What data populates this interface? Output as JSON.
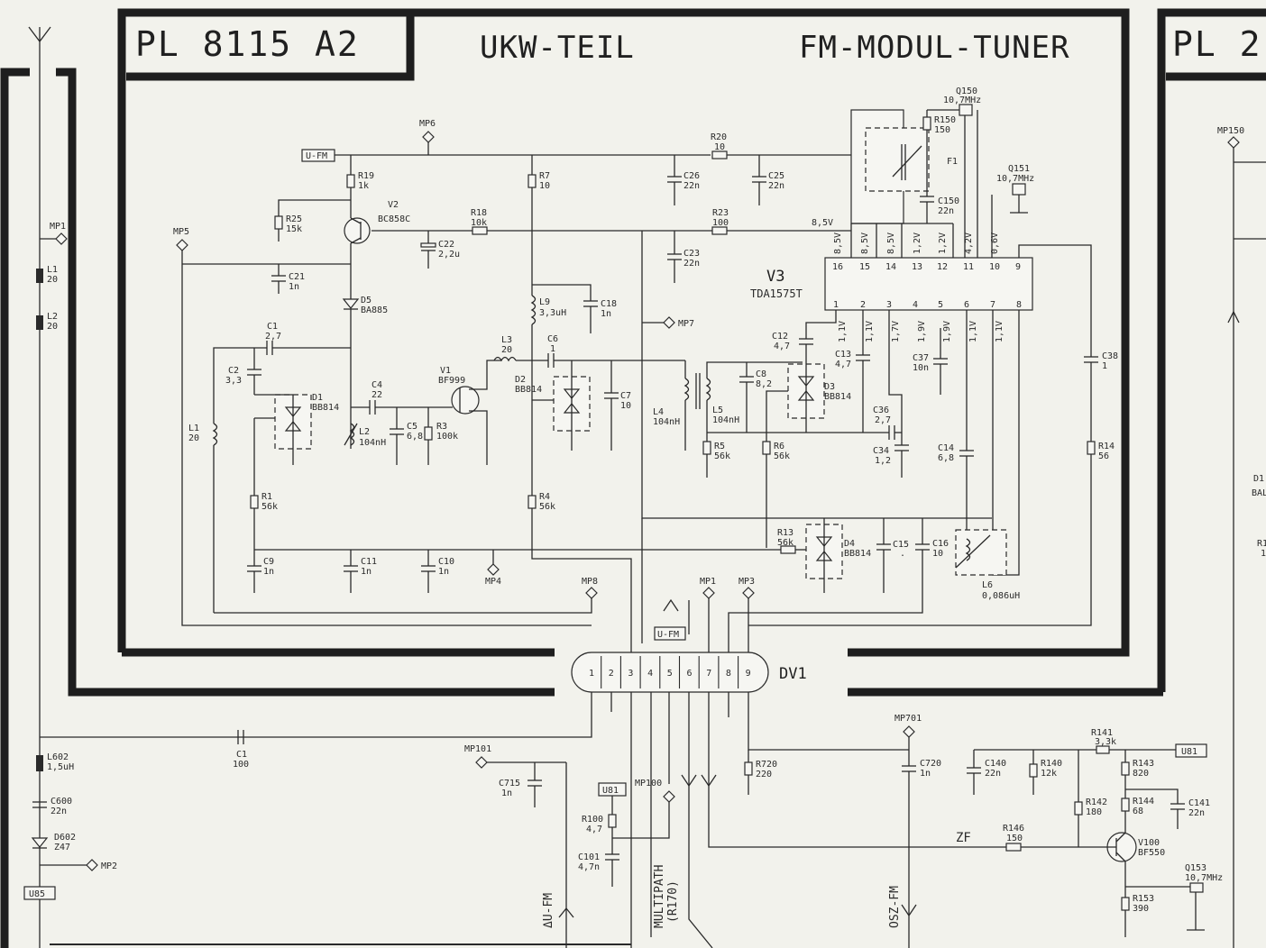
{
  "header": {
    "board_id": "PL 8115 A2",
    "section_title": "UKW-TEIL",
    "module_title": "FM-MODUL-TUNER",
    "right_board_id": "PL 2"
  },
  "ic": {
    "ref": "V3",
    "part": "TDA1575T",
    "top_pins": [
      "16",
      "15",
      "14",
      "13",
      "12",
      "11",
      "10",
      "9"
    ],
    "bottom_pins": [
      "1",
      "2",
      "3",
      "4",
      "5",
      "6",
      "7",
      "8"
    ],
    "top_volts": [
      "8,5V",
      "8,5V",
      "8,5V",
      "1,2V",
      "1,2V",
      "4,2V",
      "0,6V"
    ],
    "bottom_volts": [
      "1,1V",
      "1,1V",
      "1,7V",
      "1,9V",
      "1,9V",
      "1,1V",
      "1,1V"
    ]
  },
  "connector": {
    "ref": "DV1",
    "pins": [
      "1",
      "2",
      "3",
      "4",
      "5",
      "6",
      "7",
      "8",
      "9"
    ]
  },
  "nets": {
    "u_fm": "U-FM",
    "u81": "U81",
    "u85": "U85",
    "zf": "ZF",
    "multipath": "MULTIPATH",
    "multipath_ref": "(R170)",
    "osz_fm": "OSZ-FM",
    "delta_ufm": "ΔU-FM",
    "supply": "8,5V"
  },
  "test_points": {
    "mp1": "MP1",
    "mp2": "MP2",
    "mp3": "MP3",
    "mp4": "MP4",
    "mp5": "MP5",
    "mp6": "MP6",
    "mp7": "MP7",
    "mp8": "MP8",
    "mp100": "MP100",
    "mp101": "MP101",
    "mp150": "MP150",
    "mp701": "MP701"
  },
  "parts": {
    "r19": [
      "R19",
      "1k"
    ],
    "r25": [
      "R25",
      "15k"
    ],
    "v2": [
      "V2",
      "BC858C"
    ],
    "r7": [
      "R7",
      "10"
    ],
    "r20": [
      "R20",
      "10"
    ],
    "c26": [
      "C26",
      "22n"
    ],
    "c25": [
      "C25",
      "22n"
    ],
    "r18": [
      "R18",
      "10k"
    ],
    "c22": [
      "C22",
      "2,2u"
    ],
    "r23": [
      "R23",
      "100"
    ],
    "c23": [
      "C23",
      "22n"
    ],
    "c21": [
      "C21",
      "1n"
    ],
    "d5": [
      "D5",
      "BA885"
    ],
    "l9": [
      "L9",
      "3,3uH"
    ],
    "c18": [
      "C18",
      "1n"
    ],
    "c1": [
      "C1",
      "2,7"
    ],
    "c2": [
      "C2",
      "3,3"
    ],
    "d1": [
      "D1",
      "BB814"
    ],
    "l1": [
      "L1",
      "20"
    ],
    "c4": [
      "C4",
      "22"
    ],
    "l2": [
      "L2",
      "104nH"
    ],
    "c5": [
      "C5",
      "6,8"
    ],
    "r3": [
      "R3",
      "100k"
    ],
    "v1": [
      "V1",
      "BF999"
    ],
    "l3": [
      "L3",
      "20"
    ],
    "c6": [
      "C6",
      "1"
    ],
    "d2": [
      "D2",
      "BB814"
    ],
    "c7": [
      "C7",
      "10"
    ],
    "l4": [
      "L4",
      "104nH"
    ],
    "l5": [
      "L5",
      "104nH"
    ],
    "c8": [
      "C8",
      "8,2"
    ],
    "c12": [
      "C12",
      "4,7"
    ],
    "d3": [
      "D3",
      "BB814"
    ],
    "c13": [
      "C13",
      "4,7"
    ],
    "c37": [
      "C37",
      "10n"
    ],
    "c36": [
      "C36",
      "2,7"
    ],
    "c34": [
      "C34",
      "1,2"
    ],
    "c14": [
      "C14",
      "6,8"
    ],
    "c38": [
      "C38",
      "1"
    ],
    "r14": [
      "R14",
      "56"
    ],
    "r5": [
      "R5",
      "56k"
    ],
    "r6": [
      "R6",
      "56k"
    ],
    "r1": [
      "R1",
      "56k"
    ],
    "r4": [
      "R4",
      "56k"
    ],
    "c9": [
      "C9",
      "1n"
    ],
    "c11": [
      "C11",
      "1n"
    ],
    "c10": [
      "C10",
      "1n"
    ],
    "r13": [
      "R13",
      "56k"
    ],
    "d4": [
      "D4",
      "BB814"
    ],
    "c15": [
      "C15",
      "."
    ],
    "c16": [
      "C16",
      "10"
    ],
    "l6": [
      "L6",
      "0,086uH"
    ],
    "q150": [
      "Q150",
      "10,7MHz"
    ],
    "r150": [
      "R150",
      "150"
    ],
    "f1": [
      "F1",
      ""
    ],
    "c150": [
      "C150",
      "22n"
    ],
    "q151": [
      "Q151",
      "10,7MHz"
    ],
    "l1b": [
      "L1",
      "20"
    ],
    "l2b": [
      "L2",
      "20"
    ],
    "c1b": [
      "C1",
      "100"
    ],
    "l602": [
      "L602",
      "1,5uH"
    ],
    "c600": [
      "C600",
      "22n"
    ],
    "d602": [
      "D602",
      "Z47"
    ],
    "c715": [
      "C715",
      "1n"
    ],
    "r100": [
      "R100",
      "4,7"
    ],
    "c101": [
      "C101",
      "4,7n"
    ],
    "r720": [
      "R720",
      "220"
    ],
    "c720": [
      "C720",
      "1n"
    ],
    "c140": [
      "C140",
      "22n"
    ],
    "r140": [
      "R140",
      "12k"
    ],
    "r141": [
      "R141",
      "3,3k"
    ],
    "r143": [
      "R143",
      "820"
    ],
    "r142": [
      "R142",
      "180"
    ],
    "r144": [
      "R144",
      "68"
    ],
    "c141": [
      "C141",
      "22n"
    ],
    "r146": [
      "R146",
      "150"
    ],
    "v100": [
      "V100",
      "BF550"
    ],
    "r153": [
      "R153",
      "390"
    ],
    "q153": [
      "Q153",
      "10,7MHz"
    ],
    "d1r": [
      "D1",
      "BAL"
    ],
    "r1r": [
      "R1",
      "1"
    ]
  }
}
